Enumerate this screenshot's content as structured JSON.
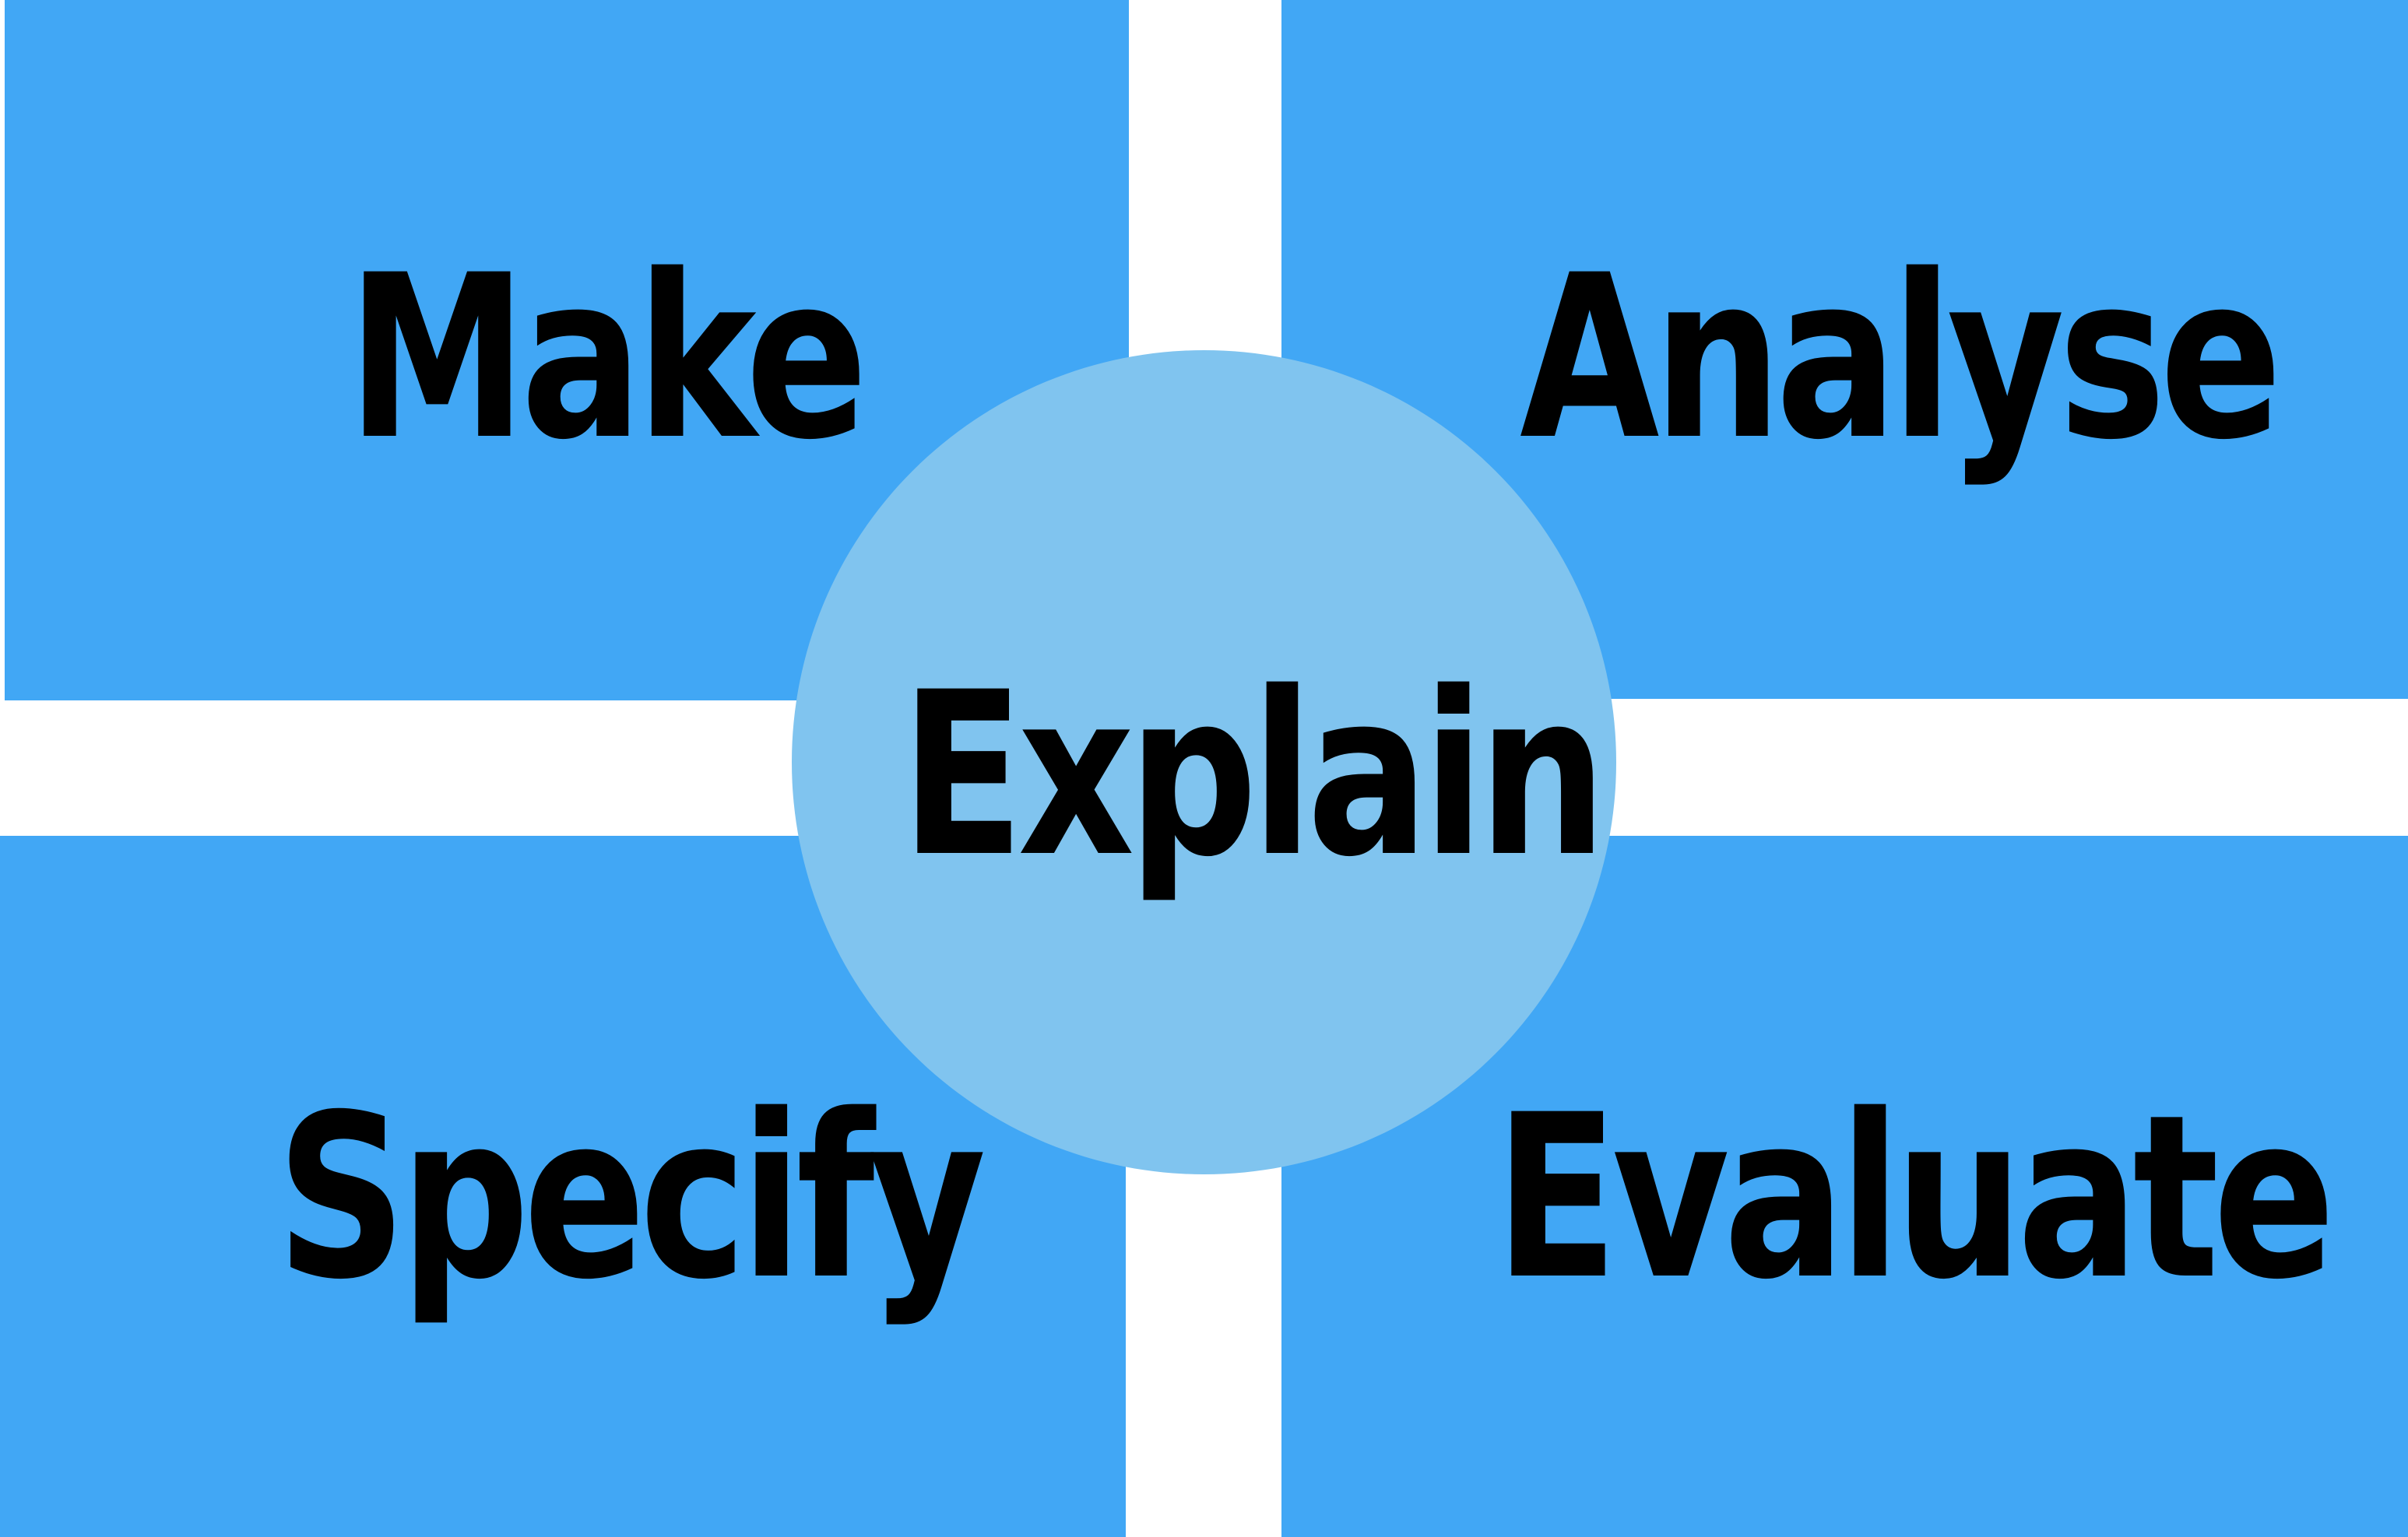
{
  "diagram": {
    "quadrants": {
      "top_left": "Make",
      "top_right": "Analyse",
      "bottom_left": "Specify",
      "bottom_right": "Evaluate"
    },
    "center": "Explain"
  },
  "colors": {
    "quadrant_fill": "#41a7f5",
    "center_fill": "#80c4ef",
    "background": "#ffffff",
    "text": "#000000"
  }
}
